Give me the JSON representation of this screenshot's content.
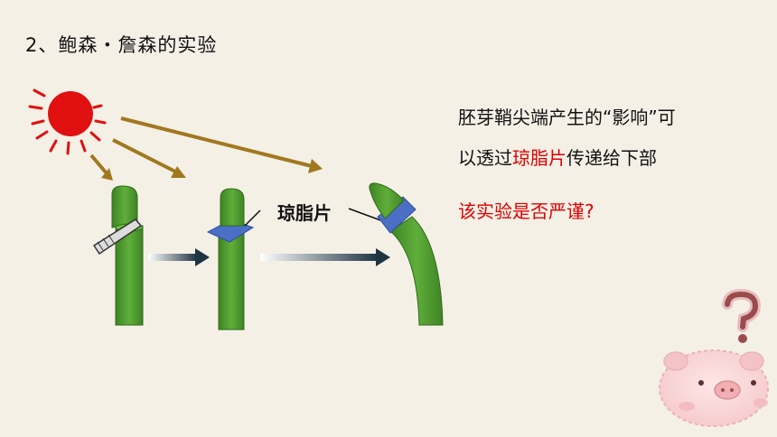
{
  "title": "2、鲍森・詹森的实验",
  "description": {
    "line1": "胚芽鞘尖端产生的“影响”可",
    "line2_pre": "以透过",
    "line2_highlight": "琼脂片",
    "line2_post": "传递给下部"
  },
  "question": "该实验是否严谨?",
  "agar_label": "琼脂片",
  "colors": {
    "sun": "#e01010",
    "sun_rays": "#e01010",
    "light_arrow": "#a07820",
    "stem": "#4e9a2e",
    "stem_edge": "#2f6b1a",
    "agar": "#4a6fc4",
    "highlight": "#e00000",
    "flow_arrow": "#1f3442"
  },
  "icons": [
    "sun-icon",
    "blade-icon",
    "question-mark-icon",
    "pig-icon"
  ]
}
